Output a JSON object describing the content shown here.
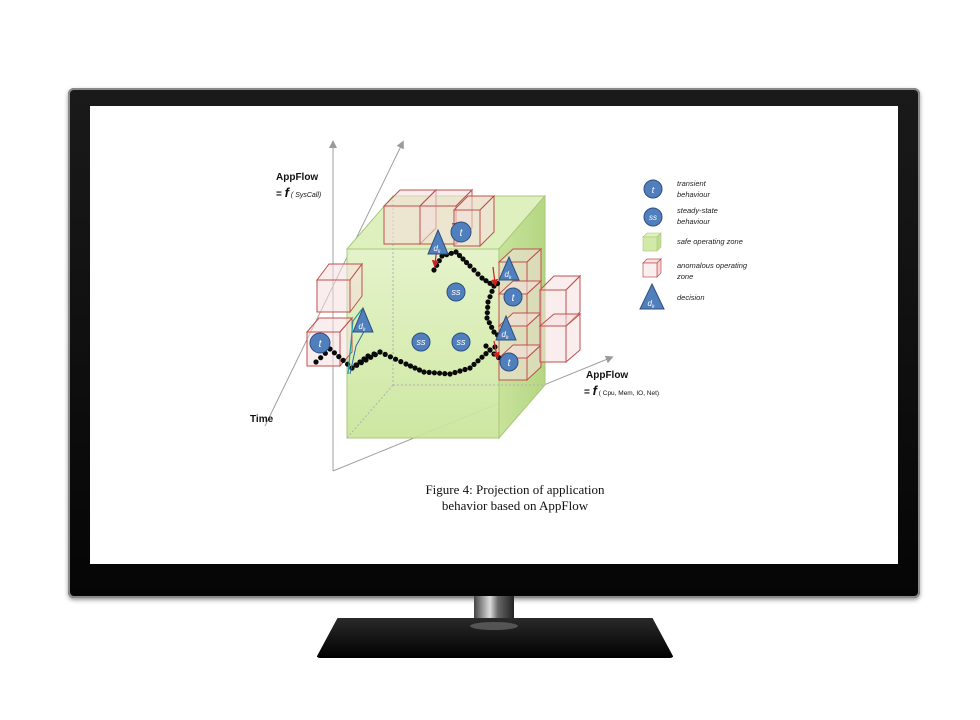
{
  "axes": {
    "y_label_line1": "AppFlow",
    "y_label_eq": "= ",
    "y_label_f": "f",
    "y_label_args": " ( SysCall)",
    "x_label_line1": "AppFlow",
    "x_label_eq": "= ",
    "x_label_f": "f",
    "x_label_args": " ( Cpu, Mem, IO, Net)",
    "z_label": "Time"
  },
  "markers": {
    "transient": "t",
    "steady": "ss",
    "decision": "d",
    "decision_sub": "k"
  },
  "legend": {
    "transient_line1": "transient",
    "transient_line2": "behaviour",
    "steady_line1": "steady-state",
    "steady_line2": "behaviour",
    "safe": "safe operating zone",
    "anomalous_line1": "anomalous operating",
    "anomalous_line2": "zone",
    "decision": "decision"
  },
  "caption": {
    "line1": "Figure 4: Projection of application",
    "line2": "behavior based on  AppFlow"
  },
  "colors": {
    "marker_blue": "#4f7fbd",
    "safe_green": "#cde8a0",
    "anomalous_red": "#c0504d",
    "bezel": "#0a0a0a"
  }
}
